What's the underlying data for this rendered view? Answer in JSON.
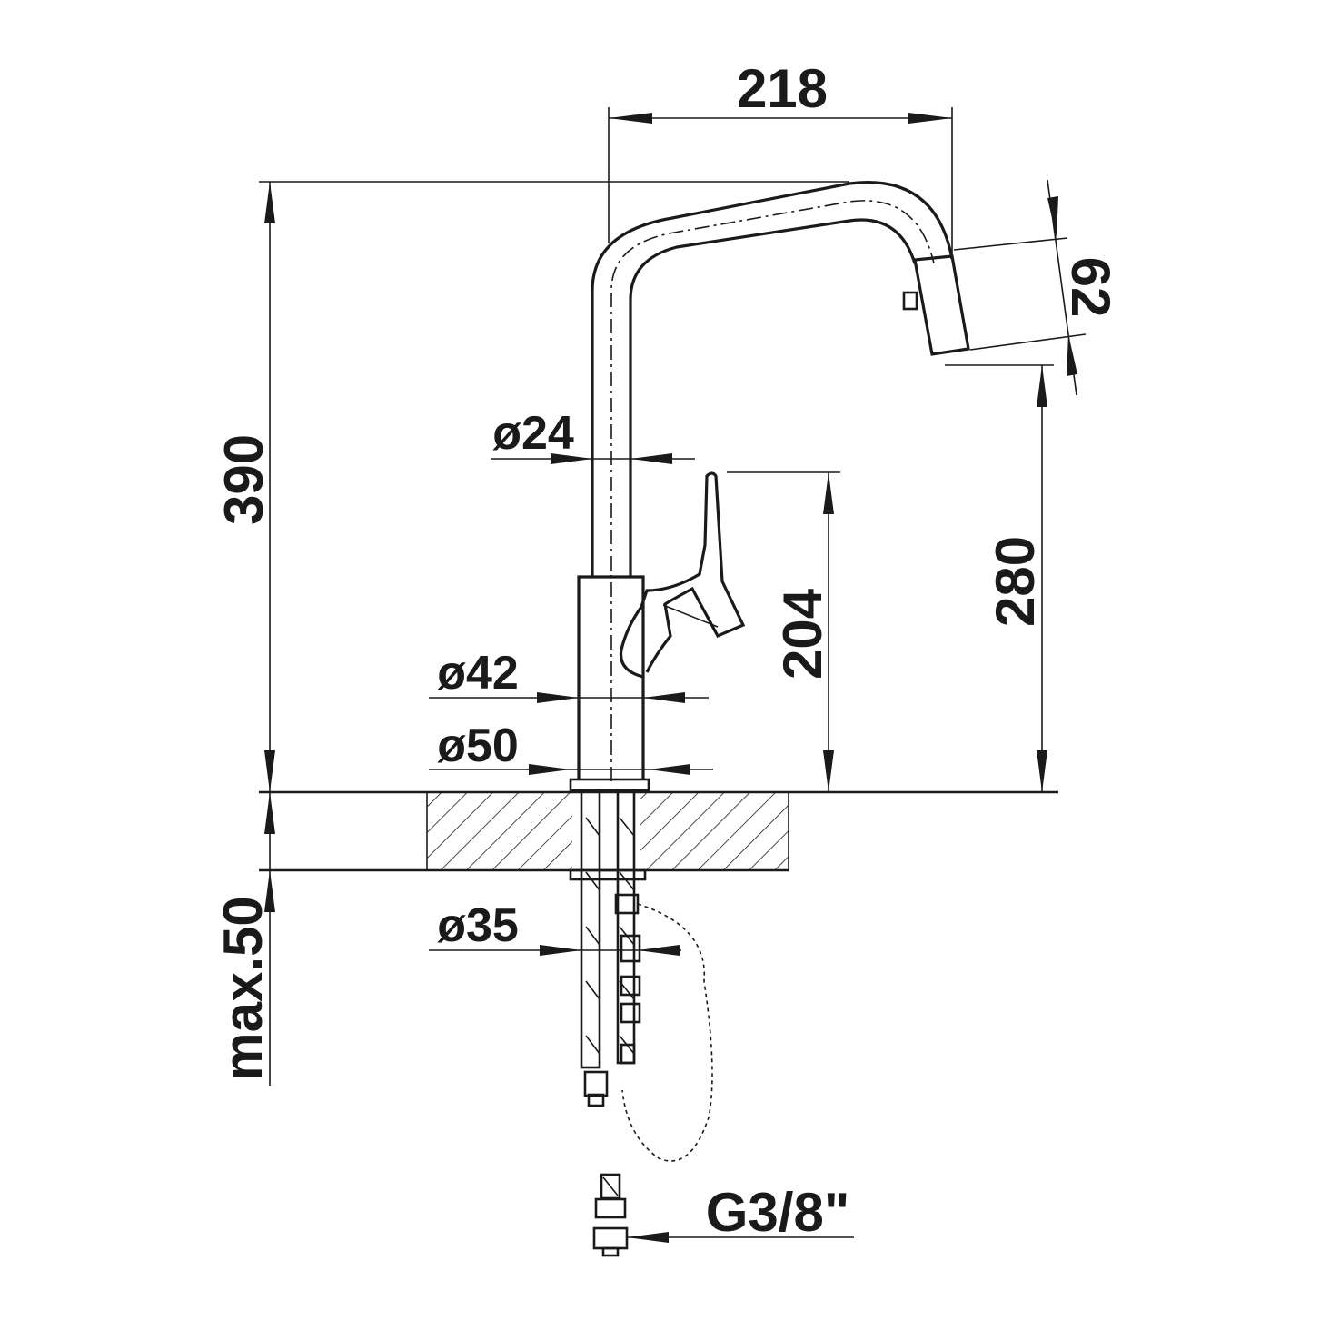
{
  "dimensions": {
    "spout_reach": "218",
    "total_height": "390",
    "outlet_height": "280",
    "lever_height": "204",
    "head_size": "62",
    "max_counter": "max.50",
    "spout_diameter": "ø24",
    "body_diameter": "ø42",
    "base_diameter": "ø50",
    "shank_diameter": "ø35",
    "connection_thread": "G3/8\""
  },
  "colors": {
    "ink": "#1a1a1a",
    "background": "#ffffff"
  }
}
